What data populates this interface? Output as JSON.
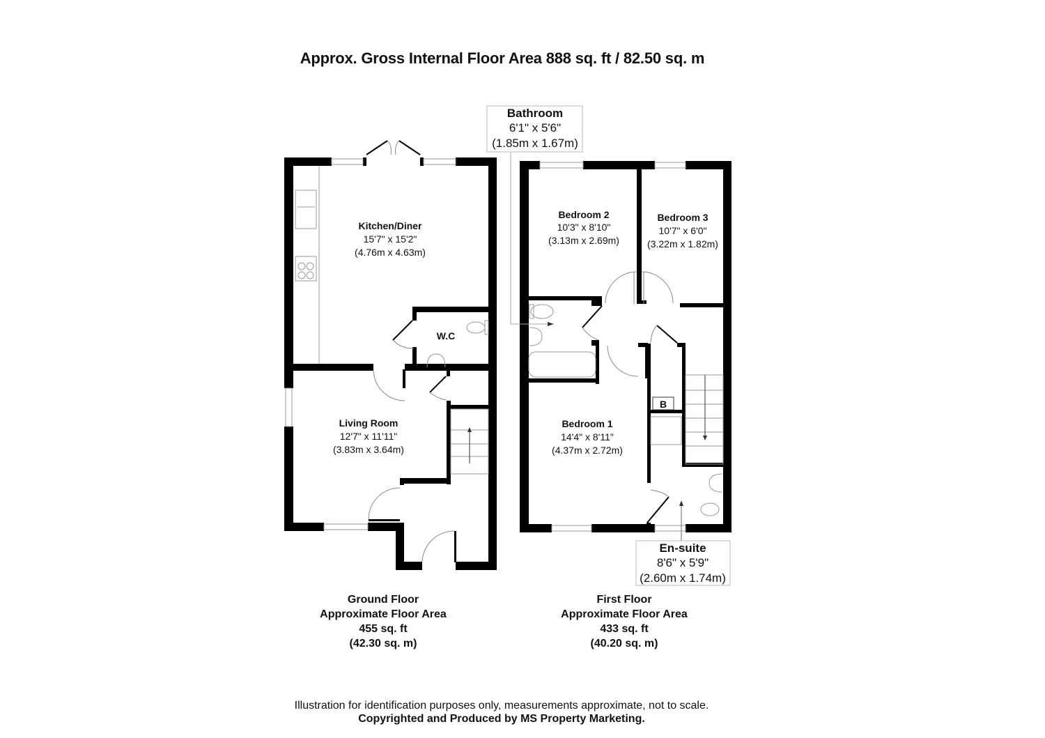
{
  "title": "Approx. Gross Internal Floor Area 888 sq. ft / 82.50 sq. m",
  "rooms": {
    "kitchen": {
      "name": "Kitchen/Diner",
      "imperial": "15'7\" x 15'2\"",
      "metric": "(4.76m x 4.63m)"
    },
    "wc": {
      "name": "W.C"
    },
    "living": {
      "name": "Living Room",
      "imperial": "12'7\" x 11'11\"",
      "metric": "(3.83m x 3.64m)"
    },
    "bathroom": {
      "name": "Bathroom",
      "imperial": "6'1\" x 5'6\"",
      "metric": "(1.85m x 1.67m)"
    },
    "bedroom2": {
      "name": "Bedroom 2",
      "imperial": "10'3\" x 8'10\"",
      "metric": "(3.13m x 2.69m)"
    },
    "bedroom3": {
      "name": "Bedroom 3",
      "imperial": "10'7\" x 6'0\"",
      "metric": "(3.22m x 1.82m)"
    },
    "bedroom1": {
      "name": "Bedroom 1",
      "imperial": "14'4\" x 8'11\"",
      "metric": "(4.37m x 2.72m)"
    },
    "boiler": {
      "name": "B"
    },
    "ensuite": {
      "name": "En-suite",
      "imperial": "8'6\" x 5'9\"",
      "metric": "(2.60m x 1.74m)"
    }
  },
  "floors": {
    "ground": {
      "name": "Ground Floor",
      "label": "Approximate Floor Area",
      "sqft": "455 sq. ft",
      "sqm": "(42.30 sq. m)"
    },
    "first": {
      "name": "First Floor",
      "label": "Approximate Floor Area",
      "sqft": "433 sq. ft",
      "sqm": "(40.20 sq. m)"
    }
  },
  "footer": {
    "disclaimer": "Illustration for identification purposes only, measurements approximate, not to scale.",
    "copyright": "Copyrighted  and Produced by MS Property Marketing."
  }
}
